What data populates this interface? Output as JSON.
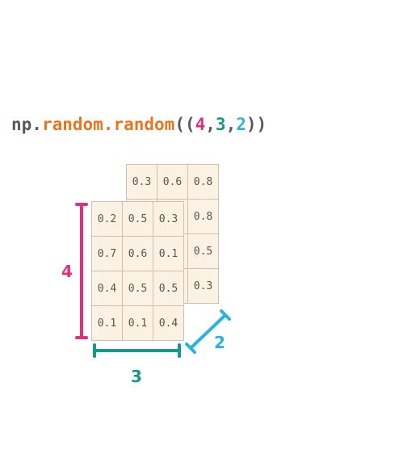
{
  "code": {
    "prefix": "np.",
    "func": "random.random",
    "open": "((",
    "d0": "4",
    "sep1": ",",
    "d1": "3",
    "sep2": ",",
    "d2": "2",
    "close": "))"
  },
  "back_layer": [
    [
      "0.3",
      "0.6",
      "0.8"
    ],
    [
      "",
      "",
      "0.8"
    ],
    [
      "",
      "",
      "0.5"
    ],
    [
      "",
      "",
      "0.3"
    ]
  ],
  "front_layer": [
    [
      "0.2",
      "0.5",
      "0.3"
    ],
    [
      "0.7",
      "0.6",
      "0.1"
    ],
    [
      "0.4",
      "0.5",
      "0.5"
    ],
    [
      "0.1",
      "0.1",
      "0.4"
    ]
  ],
  "dimensions": {
    "rows": "4",
    "cols": "3",
    "depth": "2"
  },
  "colors": {
    "rows": "#e0307b",
    "cols": "#17998a",
    "depth": "#28b4e0",
    "func": "#e8761e",
    "cell_fill": "#fcf2e3"
  }
}
